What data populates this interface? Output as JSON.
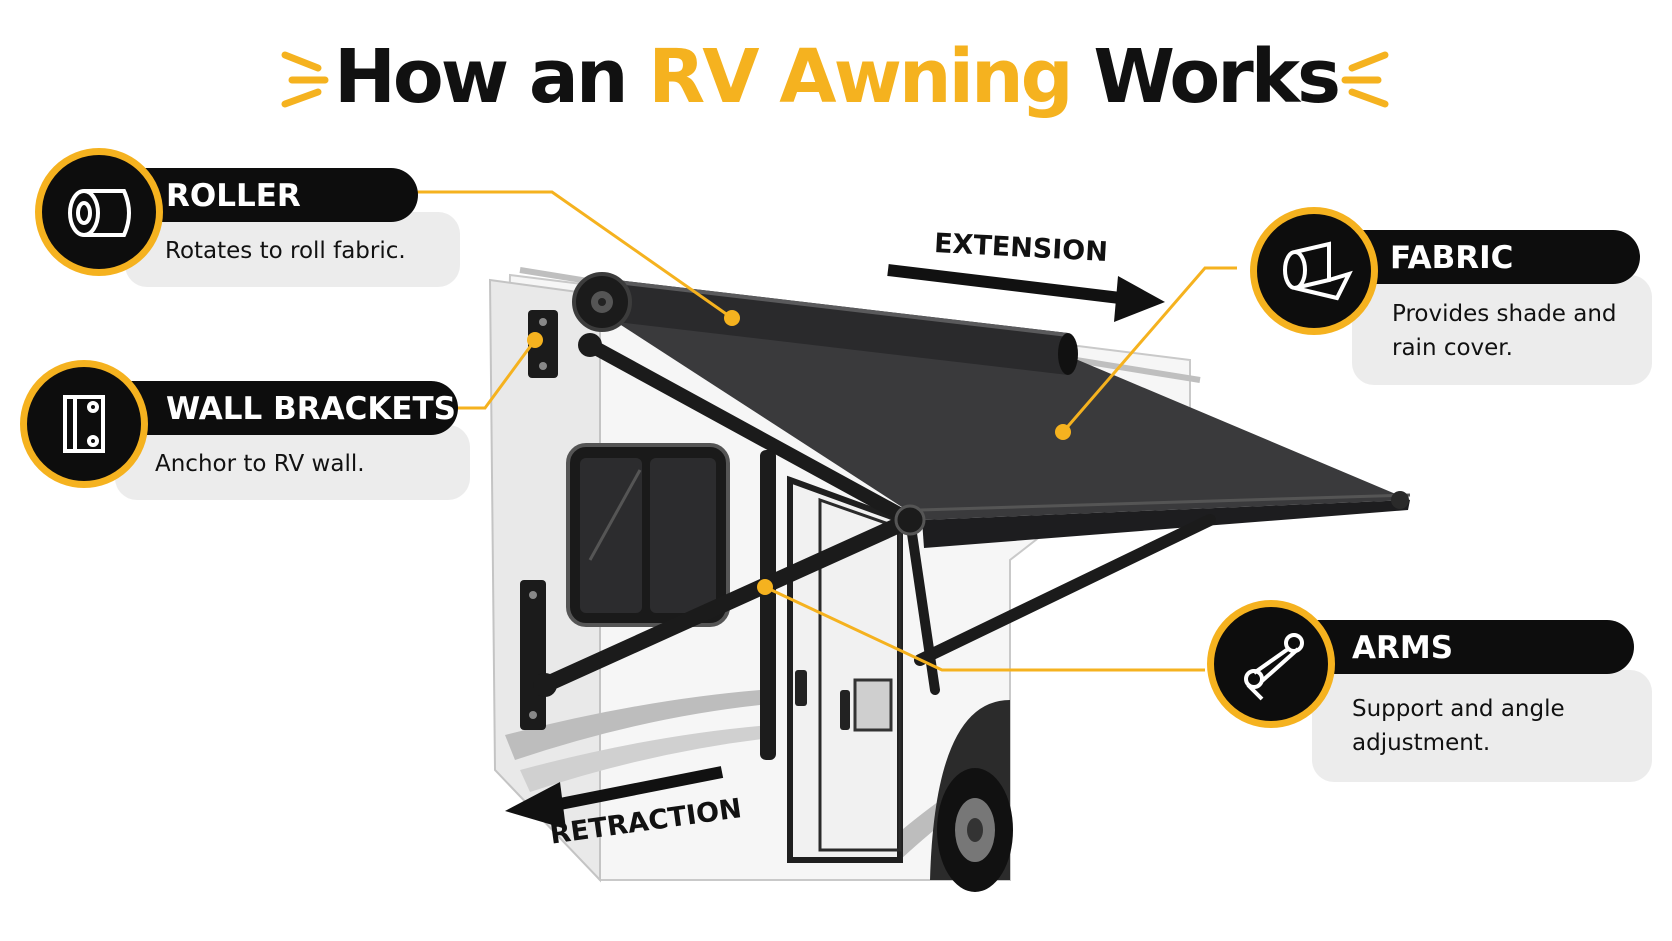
{
  "title": {
    "prefix": "How an",
    "accent": "RV Awning",
    "suffix": "Works"
  },
  "colors": {
    "accent": "#f5b21f",
    "dark": "#0d0d0d",
    "panel": "#ececec",
    "fabric": "#3a3a3c"
  },
  "directions": {
    "extension": "EXTENSION",
    "retraction": "RETRACTION"
  },
  "callouts": {
    "roller": {
      "icon": "roller-icon",
      "label": "ROLLER",
      "description": "Rotates to roll fabric."
    },
    "wall_brackets": {
      "icon": "bracket-icon",
      "label": "WALL BRACKETS",
      "description": "Anchor to RV wall."
    },
    "fabric": {
      "icon": "fabric-roll-icon",
      "label": "FABRIC",
      "description_line1": "Provides shade and",
      "description_line2": "rain cover."
    },
    "arms": {
      "icon": "arm-joint-icon",
      "label": "ARMS",
      "description_line1": "Support and angle",
      "description_line2": "adjustment."
    }
  }
}
